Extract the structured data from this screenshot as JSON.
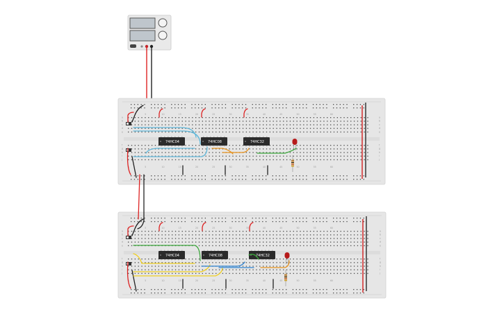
{
  "colors": {
    "board": "#e6e6e6",
    "board_edge": "#d2d2d2",
    "hole": "#4a4a4a",
    "rail_red": "#d11f1f",
    "rail_black": "#2a2a2a",
    "wire_red": "#d22",
    "wire_black": "#222",
    "wire_cyan": "#5fb7d9",
    "wire_blue": "#2e82d1",
    "wire_orange": "#e7921e",
    "wire_green": "#3aa63a",
    "wire_yellow": "#f0cf22",
    "chip_body": "#2b2b2b",
    "led": "#b61a1a",
    "supply": "#e9e9e9"
  },
  "power_supply": {
    "label": "power-supply",
    "display_icons": [
      "lcd-display-icon",
      "lcd-display-icon"
    ],
    "knob_icons": [
      "knob-icon",
      "knob-icon"
    ]
  },
  "boards": [
    {
      "name": "breadboard-top",
      "chips": [
        {
          "label": "74HC04"
        },
        {
          "label": "74HC08"
        },
        {
          "label": "74HC32"
        }
      ],
      "col_numbers": [
        "1",
        "5",
        "10",
        "15",
        "20",
        "25",
        "30",
        "35",
        "40",
        "45",
        "50",
        "55",
        "60"
      ],
      "row_letters": [
        "a",
        "b",
        "c",
        "d",
        "e",
        "f",
        "g",
        "h",
        "i",
        "j"
      ]
    },
    {
      "name": "breadboard-bottom",
      "chips": [
        {
          "label": "74HC04"
        },
        {
          "label": "74HC08"
        },
        {
          "label": "74HC32"
        }
      ],
      "col_numbers": [
        "1",
        "5",
        "10",
        "15",
        "20",
        "25",
        "30",
        "35",
        "40",
        "45",
        "50",
        "55",
        "60"
      ],
      "row_letters": [
        "a",
        "b",
        "c",
        "d",
        "e",
        "f",
        "g",
        "h",
        "i",
        "j"
      ]
    }
  ]
}
